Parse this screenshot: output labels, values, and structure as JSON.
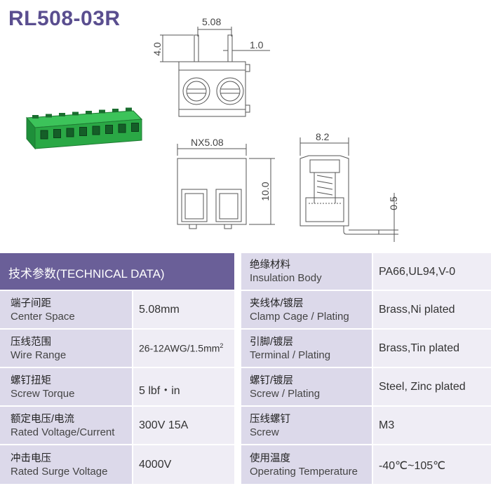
{
  "product": {
    "model": "RL508-03R"
  },
  "dimensions": {
    "pitch": "5.08",
    "pin_height": "4.0",
    "pin_width": "1.0",
    "length": "NX5.08",
    "depth": "8.2",
    "height": "10.0",
    "offset": "0.5"
  },
  "colors": {
    "header_bg": "#6a5f98",
    "label_bg": "#dcd9ea",
    "value_bg": "#efedf5",
    "title": "#5a4e8f",
    "connector_green": "#2aa845"
  },
  "left_table": {
    "header": "技术参数(TECHNICAL DATA)",
    "rows": [
      {
        "cn": "端子间距",
        "en": "Center Space",
        "value": "5.08mm"
      },
      {
        "cn": "压线范围",
        "en": "Wire Range",
        "value": "26-12AWG/1.5mm",
        "sup": "2"
      },
      {
        "cn": "螺钉扭矩",
        "en": "Screw Torque",
        "value": "5 lbf・in"
      },
      {
        "cn": "额定电压/电流",
        "en": "Rated Voltage/Current",
        "value": "300V 15A"
      },
      {
        "cn": "冲击电压",
        "en": "Rated Surge Voltage",
        "value": "4000V"
      }
    ]
  },
  "right_table": {
    "rows": [
      {
        "cn": "绝缘材料",
        "en": "Insulation Body",
        "value": "PA66,UL94,V-0"
      },
      {
        "cn": "夹线体/镀层",
        "en": "Clamp Cage / Plating",
        "value": "Brass,Ni plated"
      },
      {
        "cn": "引脚/镀层",
        "en": "Terminal / Plating",
        "value": "Brass,Tin plated"
      },
      {
        "cn": "螺钉/镀层",
        "en": "Screw / Plating",
        "value": "Steel, Zinc plated"
      },
      {
        "cn": "压线螺钉",
        "en": "Screw",
        "value": "M3"
      },
      {
        "cn": "使用温度",
        "en": "Operating Temperature",
        "value": "-40℃~105℃"
      }
    ]
  }
}
